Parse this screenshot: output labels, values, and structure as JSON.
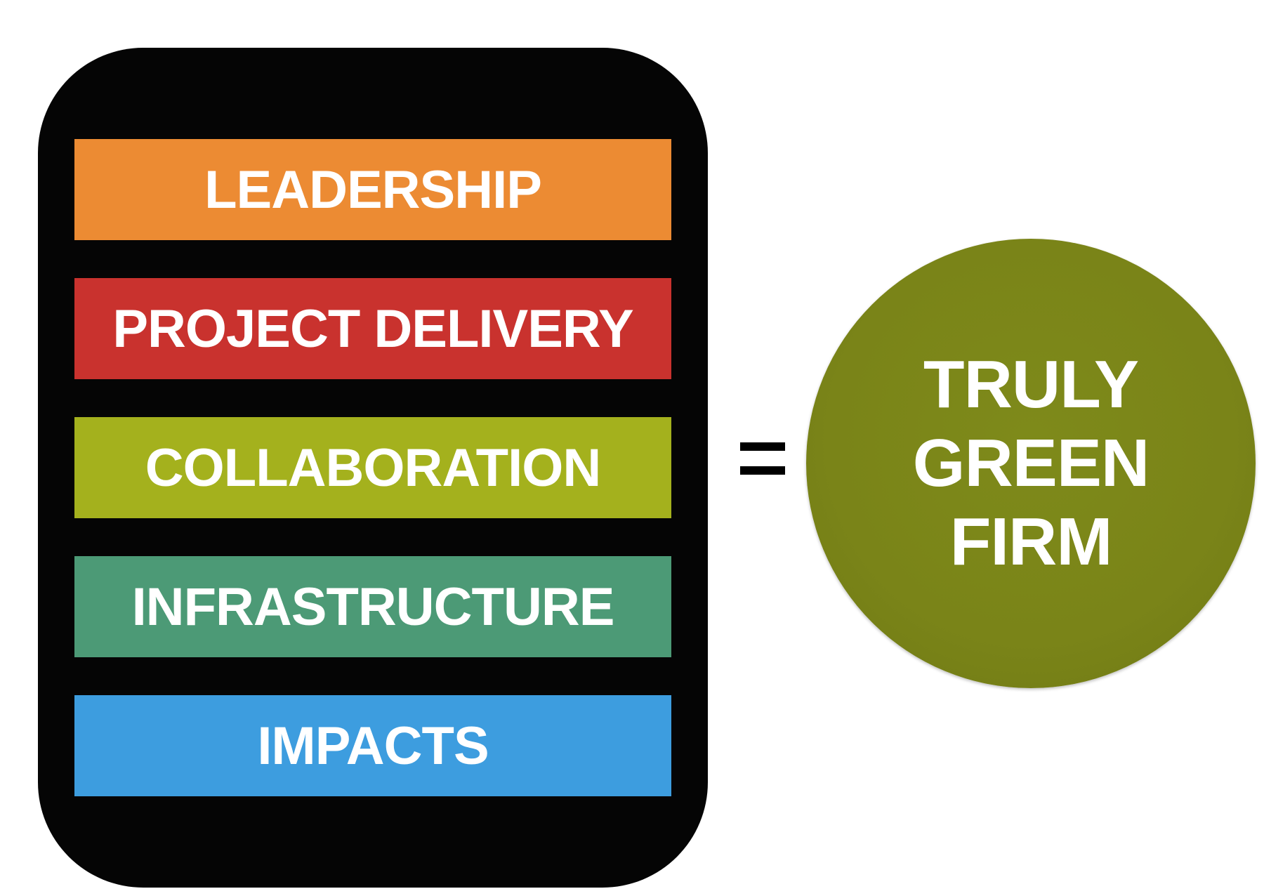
{
  "pillars": [
    {
      "label": "LEADERSHIP",
      "color": "#ec8b33"
    },
    {
      "label": "PROJECT DELIVERY",
      "color": "#c9322e"
    },
    {
      "label": "COLLABORATION",
      "color": "#a4b11d"
    },
    {
      "label": "INFRASTRUCTURE",
      "color": "#4c9a76"
    },
    {
      "label": "IMPACTS",
      "color": "#3d9ddf"
    }
  ],
  "operator_symbol": "=",
  "result": {
    "lines": [
      "TRULY",
      "GREEN",
      "FIRM"
    ],
    "color": "#7a8418"
  },
  "colors": {
    "panel": "#050505",
    "text": "#ffffff",
    "background": "#ffffff"
  }
}
